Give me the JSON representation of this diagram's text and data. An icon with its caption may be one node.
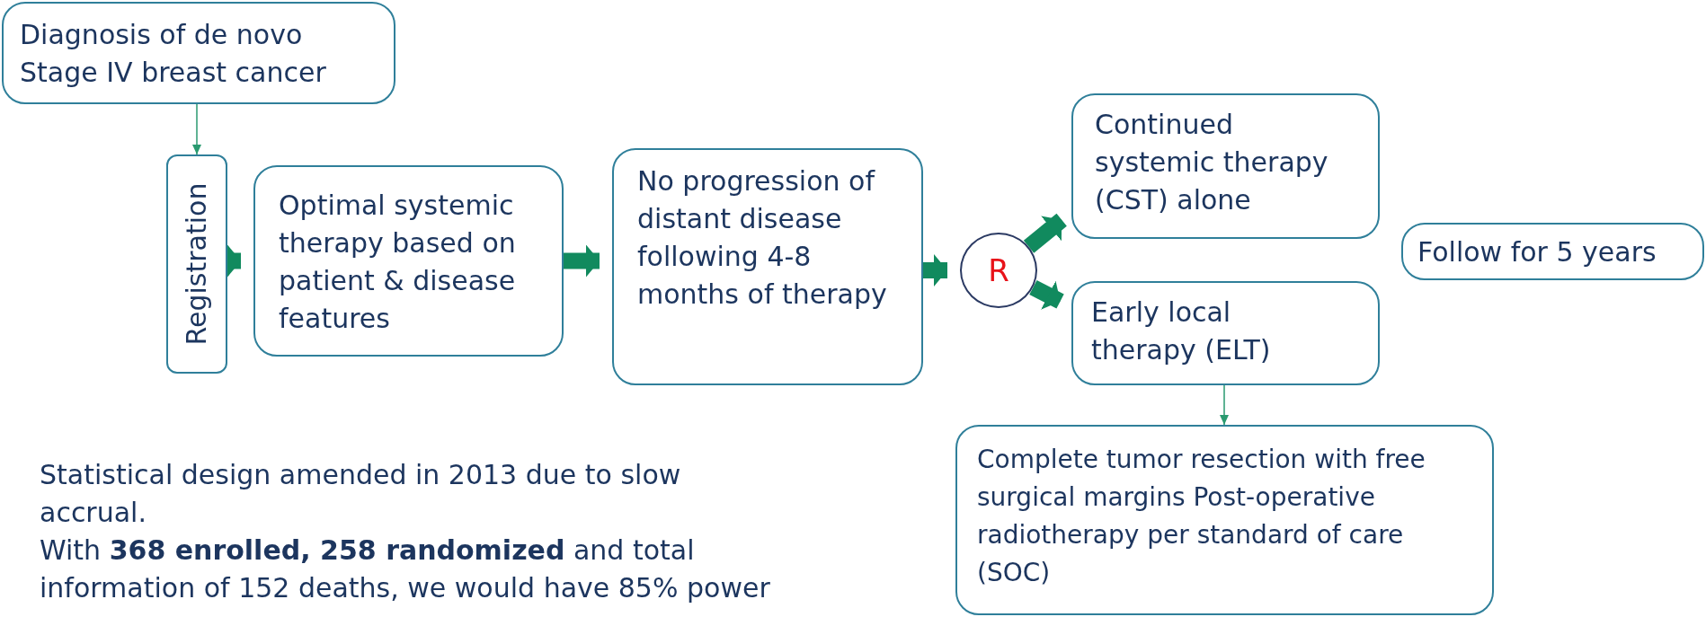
{
  "diagram": {
    "nodes": [
      {
        "text": [
          "Diagnosis of de novo Stage IV breast cancer"
        ]
      },
      {
        "text": [
          "Registration"
        ]
      },
      {
        "text": [
          "Optimal systemic therapy based on patient & disease features"
        ]
      },
      {
        "text": [
          "No progression of distant disease following 4-8 months of therapy"
        ]
      },
      {
        "text": [
          "R"
        ]
      },
      {
        "text": [
          "Continued systemic therapy (CST) alone"
        ]
      },
      {
        "text": [
          "Early local therapy (ELT)"
        ]
      },
      {
        "text": [
          "Follow for 5 years"
        ]
      },
      {
        "text": [
          "Complete tumor resection with free surgical margins Post-operative radiotherapy per standard of care (SOC)"
        ]
      }
    ],
    "edges": [
      {
        "from": 0,
        "to": 1,
        "arrow": "to",
        "color": "#2a9a70"
      },
      {
        "from": 1,
        "to": 2,
        "arrow": "to"
      },
      {
        "from": 2,
        "to": 3,
        "arrow": "to"
      },
      {
        "from": 3,
        "to": 4,
        "arrow": "to"
      },
      {
        "from": 4,
        "to": 5,
        "arrow": "to"
      },
      {
        "from": 4,
        "to": 6,
        "arrow": "to"
      },
      {
        "from": 6,
        "to": 8,
        "arrow": "to",
        "color": "#2a9a70"
      }
    ],
    "labels": [
      "Statistical design amended in 2013 due to slow accrual.",
      "With **368 enrolled, 258 randomized** and total information of 152 deaths, we would have 85% power"
    ]
  }
}
